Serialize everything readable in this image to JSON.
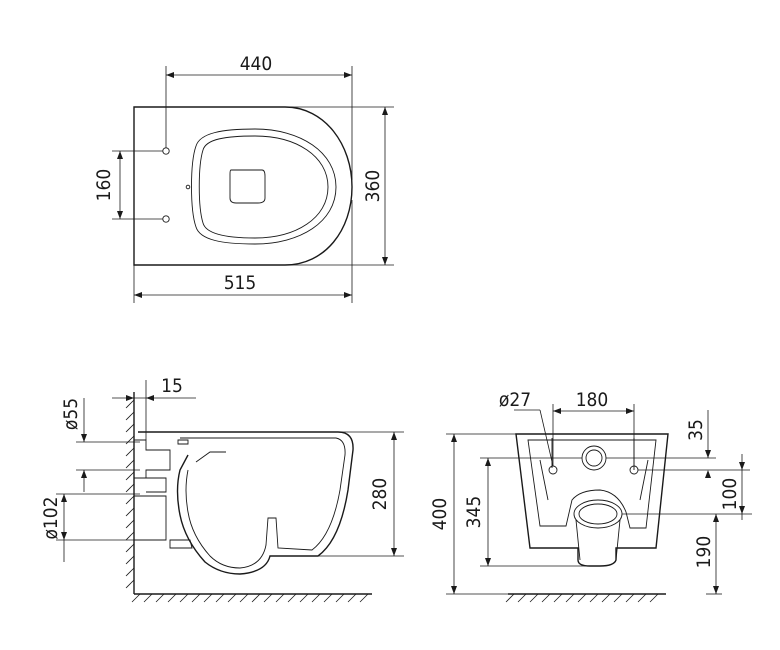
{
  "dimensions": {
    "top_width_440": "440",
    "top_length_515": "515",
    "top_depth_360": "360",
    "top_holes_160": "160",
    "side_pipe_55": "ø55",
    "side_offset_15": "15",
    "side_pipe_102": "ø102",
    "side_height_280": "280",
    "front_hole_27": "ø27",
    "front_spacing_180": "180",
    "front_offset_35": "35",
    "front_height_400": "400",
    "front_height_345": "345",
    "front_inlet_100": "100",
    "front_outlet_190": "190"
  },
  "colors": {
    "line": "#1a1a1a",
    "background": "#ffffff"
  }
}
